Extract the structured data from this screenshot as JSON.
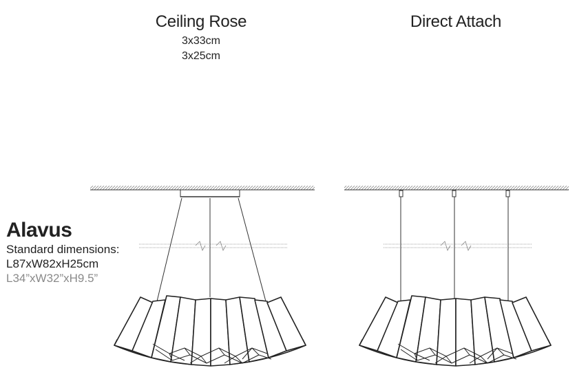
{
  "ceiling_rose": {
    "title": "Ceiling Rose",
    "size_1": "3x33cm",
    "size_2": "3x25cm"
  },
  "direct_attach": {
    "title": "Direct Attach"
  },
  "product": {
    "name": "Alavus",
    "dimensions_label": "Standard dimensions:",
    "metric": "L87xW82xH25cm",
    "imperial": "L34”xW32”xH9.5”"
  }
}
